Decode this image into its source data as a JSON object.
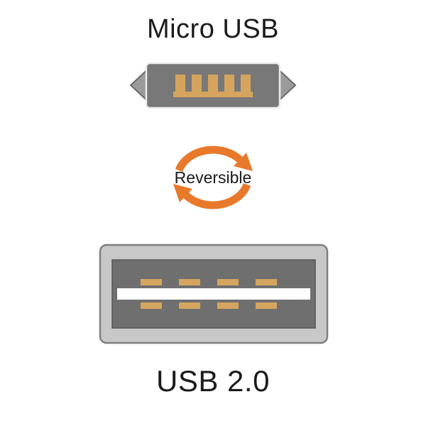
{
  "diagram": {
    "title": "Micro USB",
    "reversible_label": "Reversible",
    "bottom_label": "USB 2.0"
  },
  "icons": {
    "top": "micro-usb-connector-icon",
    "middle": "reversible-arrows-icon",
    "bottom": "usb-a-connector-icon"
  },
  "colors": {
    "accent_orange": "#E8792B",
    "pin_gold": "#D5A55F",
    "connector_mid_gray": "#9B9B9B",
    "connector_dark_gray": "#787878",
    "inner_dark_gray": "#6F6F6F",
    "shell_light_gray": "#C8C8C8",
    "white": "#FFFFFF",
    "text": "#1B1B1B"
  }
}
